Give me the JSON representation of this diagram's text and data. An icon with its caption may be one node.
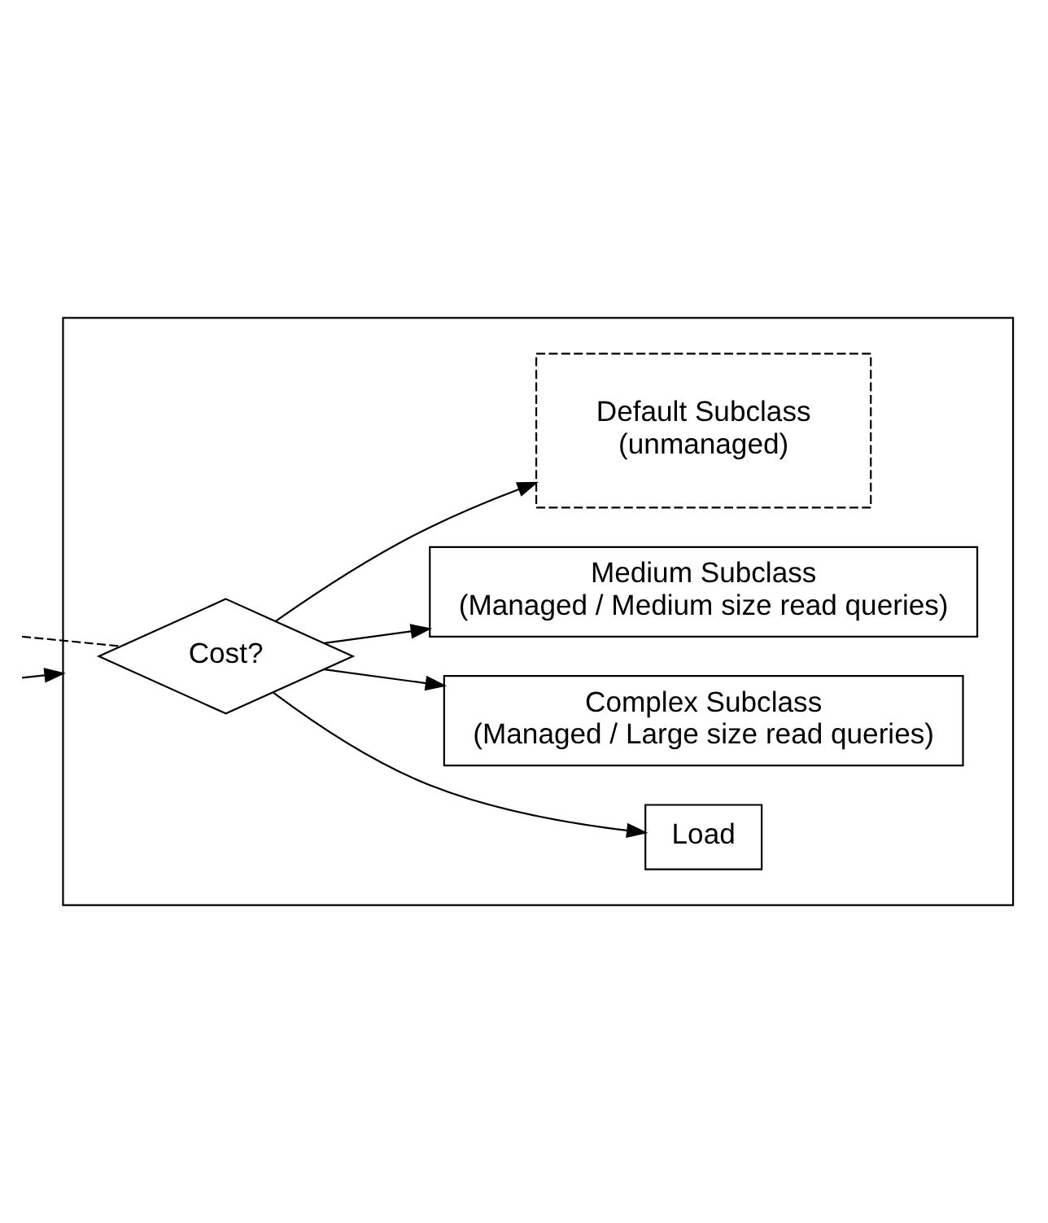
{
  "diagram": {
    "nodes": [
      {
        "text": [],
        "shape": "box"
      },
      {
        "text": [
          "Cost?"
        ],
        "in": 0
      },
      {
        "text": [
          "Default Subclass",
          "(unmanaged)"
        ],
        "in": 0
      },
      {
        "text": [
          "Medium Subclass",
          "(Managed / Medium size read queries)"
        ],
        "in": 0
      },
      {
        "text": [
          "Complex Subclass",
          "(Managed / Large size read queries)"
        ],
        "in": 0
      },
      {
        "text": [
          "Load"
        ],
        "in": 0
      }
    ],
    "edges": [
      {
        "from": null,
        "to": 1,
        "arrow": "none",
        "style": "dashed"
      },
      {
        "from": null,
        "to": 0,
        "arrow": "to"
      },
      {
        "from": 1,
        "to": 2,
        "arrow": "to"
      },
      {
        "from": 1,
        "to": 3,
        "arrow": "to"
      },
      {
        "from": 1,
        "to": 4,
        "arrow": "to"
      },
      {
        "from": 1,
        "to": 5,
        "arrow": "to"
      }
    ]
  }
}
